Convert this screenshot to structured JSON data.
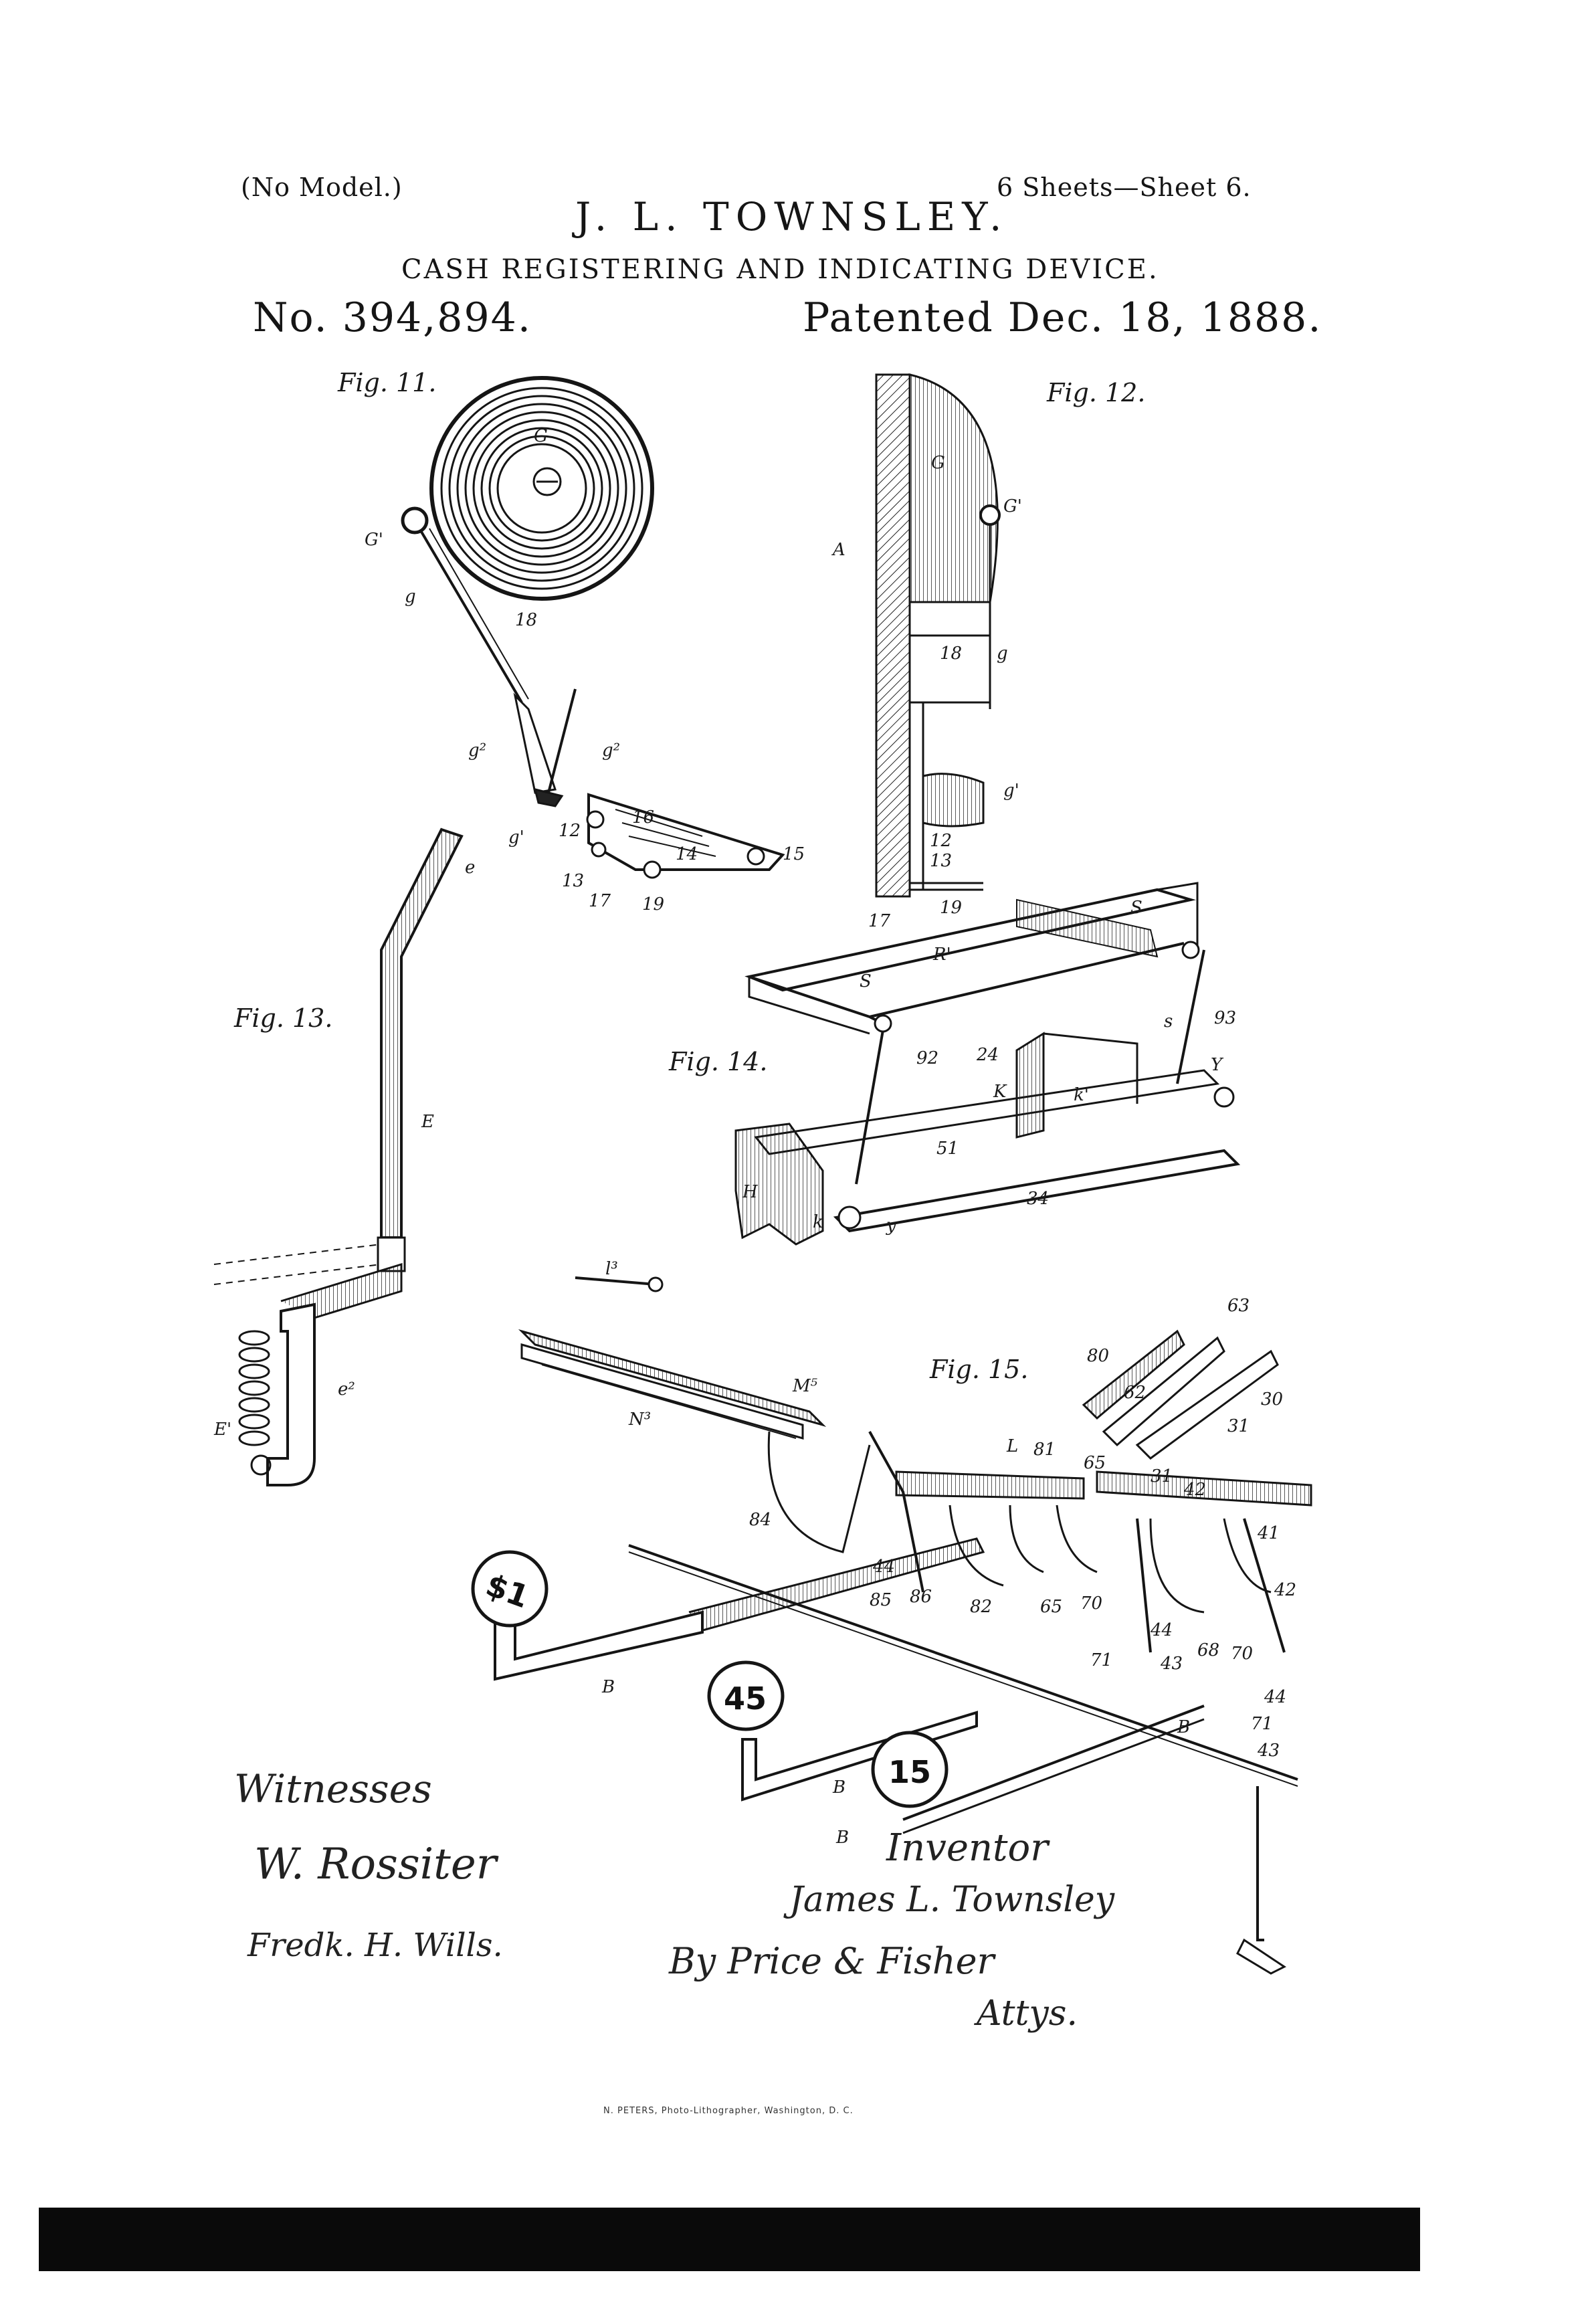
{
  "header": {
    "model_note": "(No Model.)",
    "sheet_info": "6 Sheets—Sheet 6.",
    "inventor_name": "J. L. TOWNSLEY.",
    "title": "CASH REGISTERING AND INDICATING DEVICE.",
    "patent_number": "No. 394,894.",
    "patent_date": "Patented Dec. 18, 1888."
  },
  "figures": {
    "fig11": "Fig. 11.",
    "fig12": "Fig. 12.",
    "fig13": "Fig. 13.",
    "fig14": "Fig. 14.",
    "fig15": "Fig. 15."
  },
  "reference_labels": {
    "fig11": [
      "G",
      "G'",
      "g",
      "18",
      "g²",
      "g²",
      "g'",
      "12",
      "16",
      "14",
      "15",
      "13",
      "17",
      "19"
    ],
    "fig12": [
      "G",
      "G'",
      "A",
      "18",
      "g",
      "g'",
      "12",
      "13",
      "19",
      "17"
    ],
    "fig13": [
      "e",
      "E",
      "e²",
      "E'"
    ],
    "fig14": [
      "S",
      "R'",
      "S",
      "93",
      "s",
      "92",
      "24",
      "K",
      "k'",
      "Y",
      "H",
      "51",
      "k",
      "y",
      "34"
    ],
    "fig15": [
      "l³",
      "M⁵",
      "N³",
      "L",
      "80",
      "63",
      "62",
      "30",
      "31",
      "81",
      "65",
      "31",
      "42",
      "84",
      "44",
      "85",
      "86",
      "82",
      "65",
      "70",
      "41",
      "42",
      "44",
      "43",
      "68",
      "70",
      "71",
      "B",
      "B",
      "B",
      "44",
      "71",
      "43",
      "B"
    ]
  },
  "key_tops": [
    "$1",
    "45",
    "15"
  ],
  "signatures": {
    "witnesses_heading": "Witnesses",
    "witness_1": "W. Rossiter",
    "witness_2": "Fredk. H. Wills.",
    "inventor_heading": "Inventor",
    "inventor_signature": "James L. Townsley",
    "by_line": "By Price & Fisher",
    "attys": "Attys."
  },
  "printer_line": "N. PETERS, Photo-Lithographer, Washington, D. C.",
  "colors": {
    "ink": "#151515",
    "paper": "#ffffff"
  }
}
